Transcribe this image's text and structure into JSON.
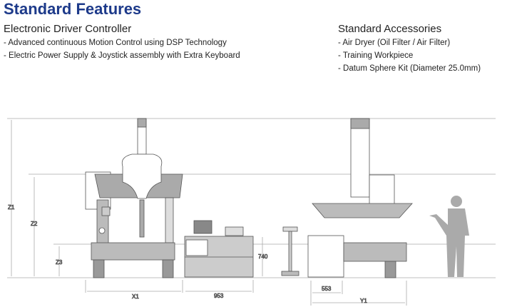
{
  "title": "Standard Features",
  "controller": {
    "heading": "Electronic Driver Controller",
    "items": [
      "- Advanced continuous Motion Control using DSP Technology",
      "- Electric Power Supply & Joystick assembly with Extra Keyboard"
    ]
  },
  "accessories": {
    "heading": "Standard Accessories",
    "items": [
      "- Air Dryer (Oil Filter / Air Filter)",
      "- Training Workpiece",
      "- Datum Sphere Kit (Diameter 25.0mm)"
    ]
  },
  "dimensions": {
    "z1": "Z1",
    "z2": "Z2",
    "z3": "Z3",
    "x1": "X1",
    "cabinet_width": "953",
    "cabinet_height": "740",
    "table_width": "553",
    "y1": "Y1"
  }
}
